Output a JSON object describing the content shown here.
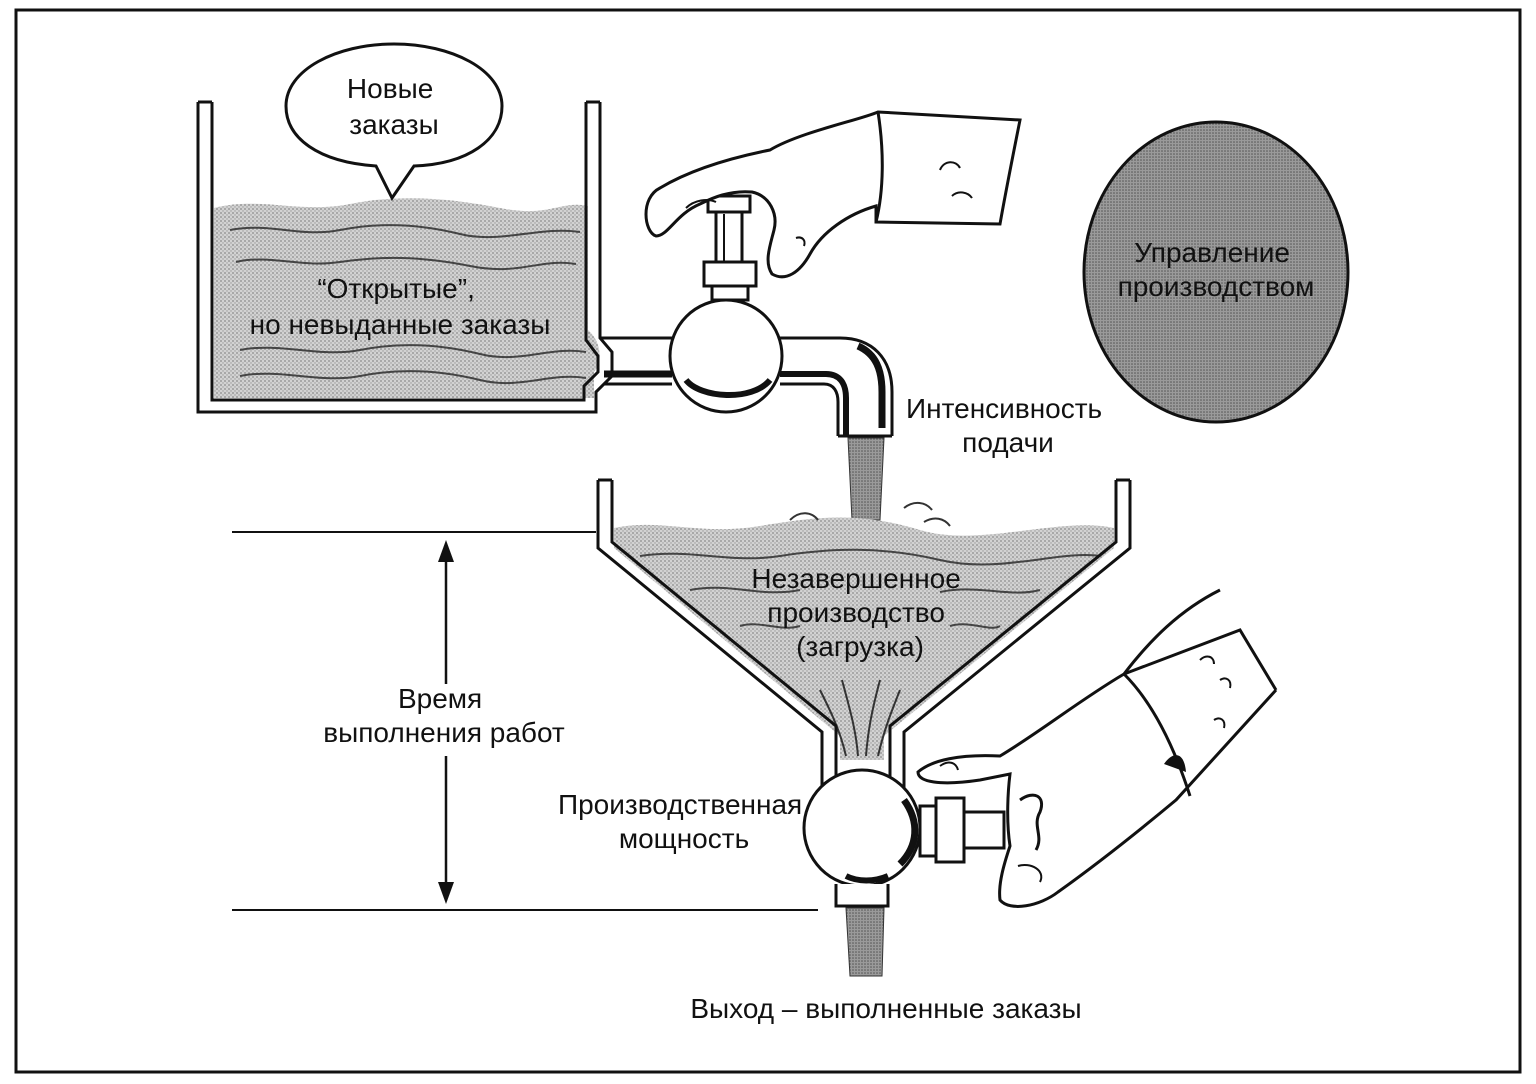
{
  "labels": {
    "new_orders": [
      "Новые",
      "заказы"
    ],
    "open_orders": [
      "“Открытые”,",
      "но невыданные заказы"
    ],
    "production_control": [
      "Управление",
      "производством"
    ],
    "feed_rate": [
      "Интенсивность",
      "подачи"
    ],
    "wip": [
      "Незавершенное",
      "производство",
      "(загрузка)"
    ],
    "lead_time": [
      "Время",
      "выполнения работ"
    ],
    "capacity": [
      "Производственная",
      "мощность"
    ],
    "output": "Выход – выполненные заказы"
  },
  "colors": {
    "line": "#111111",
    "liquid": "#c9c9c9",
    "ellipse_fill": "#bdbdbd",
    "background": "#ffffff"
  }
}
